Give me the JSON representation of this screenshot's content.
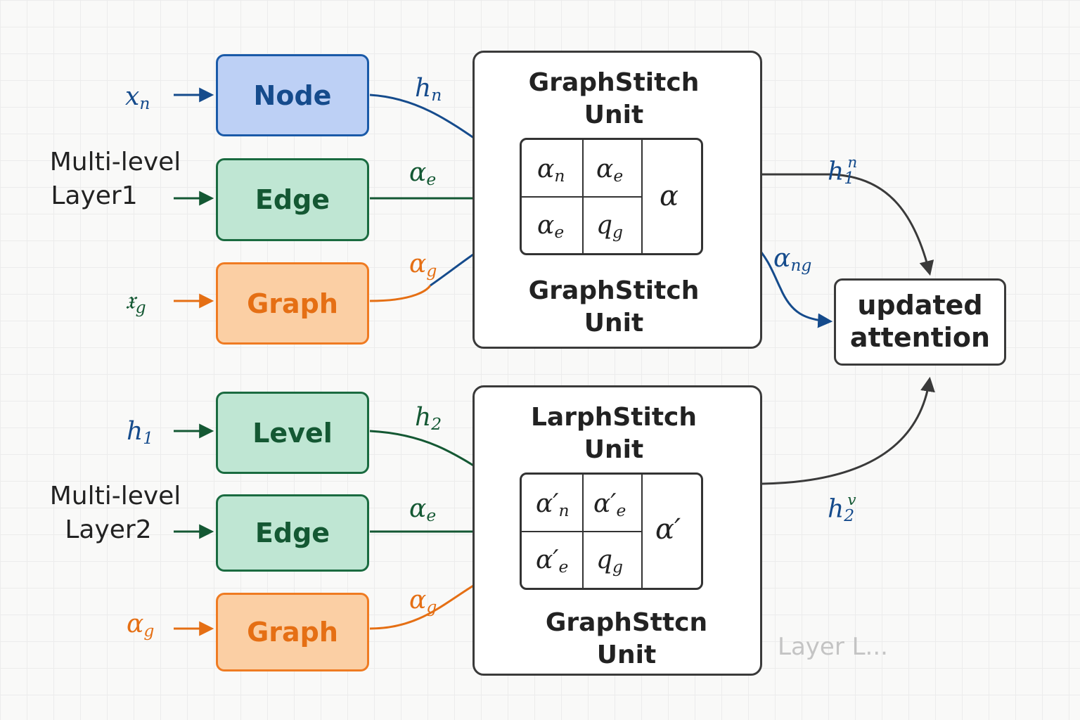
{
  "layer1": {
    "label_line1": "Multi-level",
    "label_line2": "Layer1",
    "inputs": {
      "node": "𝑥",
      "node_sub": "n",
      "graph": "𝔵",
      "graph_sub": "g"
    },
    "boxes": {
      "node": "Node",
      "edge": "Edge",
      "graph": "Graph"
    },
    "edge_labels": {
      "node": "ℎ",
      "node_sub": "n",
      "edge": "𝛼",
      "edge_sub": "e",
      "graph": "𝛼",
      "graph_sub": "g"
    },
    "unit_title_line1": "GraphStitch",
    "unit_title_line2": "Unit",
    "unit_caption_line1": "GraphStitch",
    "unit_caption_line2": "Unit",
    "cells": [
      {
        "base": "𝛼",
        "sub": "n"
      },
      {
        "base": "𝛼",
        "sub": "e"
      },
      {
        "base": "𝛼",
        "sub": "e"
      },
      {
        "base": "𝑞",
        "sub": "g"
      }
    ],
    "result": "𝛼",
    "outputs": {
      "upper": "ℎ",
      "upper_sub": "1",
      "upper_sup": "n",
      "lower": "𝛼",
      "lower_sub": "ng"
    }
  },
  "layer2": {
    "label_line1": "Multi-level",
    "label_line2": "Layer2",
    "inputs": {
      "level": "ℎ",
      "level_sub": "1",
      "graph": "𝛼",
      "graph_sub": "g"
    },
    "boxes": {
      "level": "Level",
      "edge": "Edge",
      "graph": "Graph"
    },
    "edge_labels": {
      "level": "ℎ",
      "level_sub": "2",
      "edge": "𝛼",
      "edge_sub": "e",
      "graph": "𝛼",
      "graph_sub": "g"
    },
    "unit_title_line1": "LarphStitch",
    "unit_title_line2": "Unit",
    "unit_caption_line1": "GraphSttcn",
    "unit_caption_line2": "Unit",
    "cells": [
      {
        "base": "𝛼′",
        "sub": "n"
      },
      {
        "base": "𝛼′",
        "sub": "e"
      },
      {
        "base": "𝛼′",
        "sub": "e"
      },
      {
        "base": "𝑞",
        "sub": "g"
      }
    ],
    "result": "𝛼′",
    "output": {
      "base": "ℎ",
      "sub": "2",
      "sup": "v"
    }
  },
  "target": {
    "line1": "updated",
    "line2": "attention"
  },
  "footer": {
    "more_layers": "Layer L..."
  },
  "colors": {
    "blue": "#154b8c",
    "green": "#145833",
    "orange": "#e56f14",
    "dark": "#3a3a3a",
    "faded": "#c4c4c4"
  }
}
